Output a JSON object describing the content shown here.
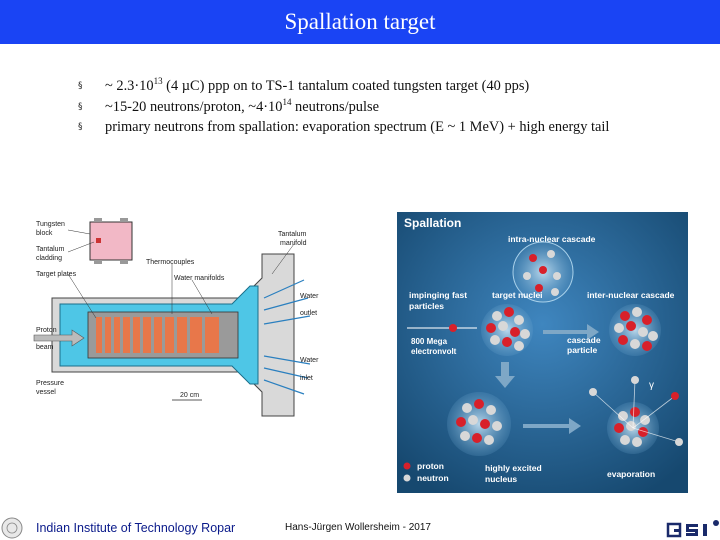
{
  "title": "Spallation target",
  "bullets": [
    {
      "pre": "~ 2.3·10",
      "sup": "13",
      "post": " (4 µC) ppp on to TS-1 tantalum coated tungsten target (40 pps)"
    },
    {
      "pre": "~15-20 neutrons/proton, ~4·10",
      "sup": "14",
      "post": " neutrons/pulse"
    },
    {
      "pre": "primary neutrons from spallation: evaporation spectrum (E ~ 1 MeV) + high energy tail",
      "sup": "",
      "post": ""
    }
  ],
  "bullet_glyph": "§",
  "target_diagram": {
    "labels": {
      "tungsten": "Tungsten",
      "block": "block",
      "tantalum": "Tantalum",
      "cladding": "cladding",
      "target_plates": "Target plates",
      "thermocouples": "Thermocouples",
      "water_manifolds": "Water manifolds",
      "tantalum_top": "Tantalum",
      "manifold": "manifold",
      "water_outlet_1": "Water",
      "water_outlet_2": "outlet",
      "water_inlet_1": "Water",
      "water_inlet_2": "inlet",
      "proton": "Proton",
      "beam": "beam",
      "pressure": "Pressure",
      "vessel": "vessel",
      "scale": "20 cm"
    }
  },
  "spallation_figure": {
    "heading": "Spallation",
    "intra_nuclear_cascade": "intra-nuclear cascade",
    "impinging_1": "impinging fast",
    "impinging_2": "particles",
    "target_nuclei": "target nuclei",
    "inter_nuclear_cascade": "inter-nuclear cascade",
    "energy_1": "800 Mega",
    "energy_2": "electronvolt",
    "cascade_1": "cascade",
    "cascade_2": "particle",
    "gamma": "γ",
    "proton": "proton",
    "neutron": "neutron",
    "excited_1": "highly excited",
    "excited_2": "nucleus",
    "evaporation": "evaporation"
  },
  "footer": {
    "institute": "Indian Institute of Technology Ropar",
    "author": "Hans-Jürgen Wollersheim - 2017"
  },
  "colors": {
    "title_bar": "#1a44f4",
    "panel_bg": "#1f5a8a",
    "proton_color": "#d8202a",
    "neutron_color": "#c8c8c8"
  }
}
